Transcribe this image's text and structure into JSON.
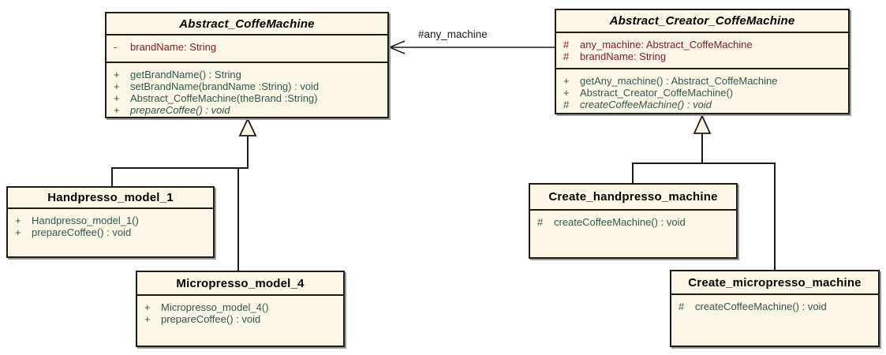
{
  "colors": {
    "box_fill": "#FCF7E6",
    "box_border": "#1F1C17",
    "line_color": "#1F1C17",
    "attr_color": "#8B1A20",
    "method_color": "#2E5A53",
    "title_color": "#000000",
    "shadow_color": "#9B9B9B",
    "label_color": "#1A1A1A",
    "page_bg": "#FFFFFF"
  },
  "association": {
    "label": "#any_machine"
  },
  "classes": {
    "abstract_coffemachine": {
      "title": "Abstract_CoffeMachine",
      "attributes": [
        {
          "sign": "-",
          "text": "brandName: String"
        }
      ],
      "methods": [
        {
          "sign": "+",
          "text": "getBrandName() : String"
        },
        {
          "sign": "+",
          "text": "setBrandName(brandName :String) : void"
        },
        {
          "sign": "+",
          "text": "Abstract_CoffeMachine(theBrand :String)"
        },
        {
          "sign": "+",
          "text": "prepareCoffee() : void"
        }
      ]
    },
    "abstract_creator_coffemachine": {
      "title": "Abstract_Creator_CoffeMachine",
      "attributes": [
        {
          "sign": "#",
          "text": "any_machine: Abstract_CoffeMachine"
        },
        {
          "sign": "#",
          "text": "brandName: String"
        }
      ],
      "methods": [
        {
          "sign": "+",
          "text": "getAny_machine() : Abstract_CoffeMachine"
        },
        {
          "sign": "+",
          "text": "Abstract_Creator_CoffeMachine()"
        },
        {
          "sign": "#",
          "text": "createCoffeeMachine() : void"
        }
      ]
    },
    "handpresso_model_1": {
      "title": "Handpresso_model_1",
      "methods": [
        {
          "sign": "+",
          "text": "Handpresso_model_1()"
        },
        {
          "sign": "+",
          "text": "prepareCoffee() : void"
        }
      ]
    },
    "micropresso_model_4": {
      "title": "Micropresso_model_4",
      "methods": [
        {
          "sign": "+",
          "text": "Micropresso_model_4()"
        },
        {
          "sign": "+",
          "text": "prepareCoffee() : void"
        }
      ]
    },
    "create_handpresso_machine": {
      "title": "Create_handpresso_machine",
      "methods": [
        {
          "sign": "#",
          "text": "createCoffeeMachine() : void"
        }
      ]
    },
    "create_micropresso_machine": {
      "title": "Create_micropresso_machine",
      "methods": [
        {
          "sign": "#",
          "text": "createCoffeeMachine() : void"
        }
      ]
    }
  }
}
